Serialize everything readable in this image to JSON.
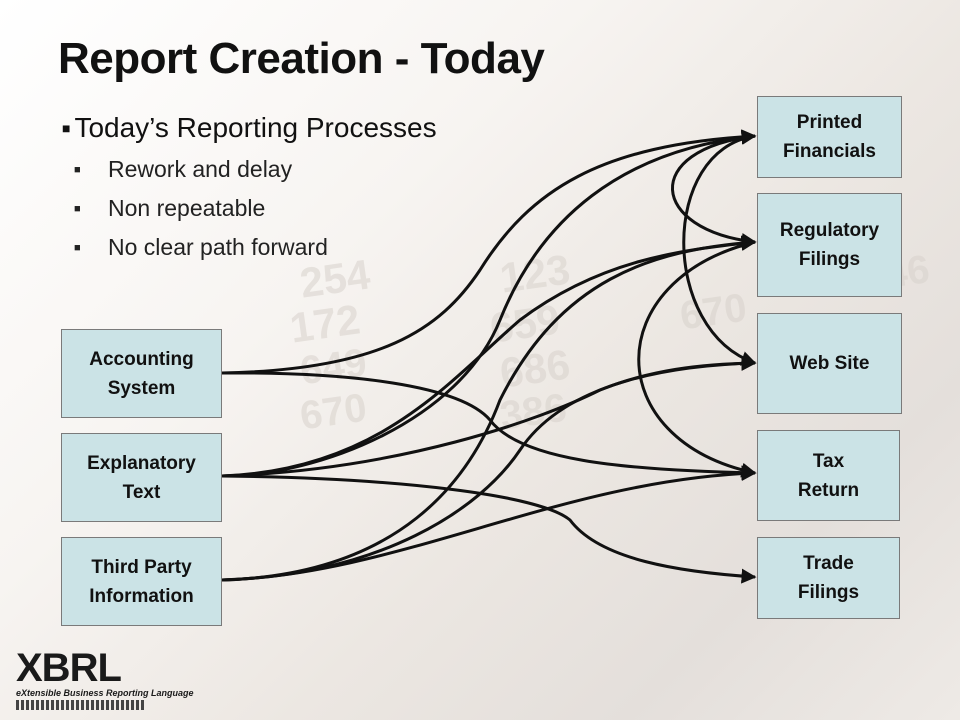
{
  "title": "Report Creation - Today",
  "bullets": {
    "heading": "Today’s Reporting Processes",
    "items": [
      "Rework and delay",
      "Non repeatable",
      "No clear path forward"
    ]
  },
  "sources": [
    {
      "line1": "Accounting",
      "line2": "System"
    },
    {
      "line1": "Explanatory",
      "line2": "Text"
    },
    {
      "line1": "Third Party",
      "line2": "Information"
    }
  ],
  "outputs": [
    {
      "line1": "Printed",
      "line2": "Financials"
    },
    {
      "line1": "Regulatory",
      "line2": "Filings"
    },
    {
      "line1": "Web Site",
      "line2": ""
    },
    {
      "line1": "Tax",
      "line2": "Return"
    },
    {
      "line1": "Trade",
      "line2": "Filings"
    }
  ],
  "logo": {
    "mark": "XBRL",
    "tagline": "eXtensible Business Reporting Language"
  },
  "colors": {
    "box_fill": "#cbe3e6",
    "line": "#111111"
  }
}
